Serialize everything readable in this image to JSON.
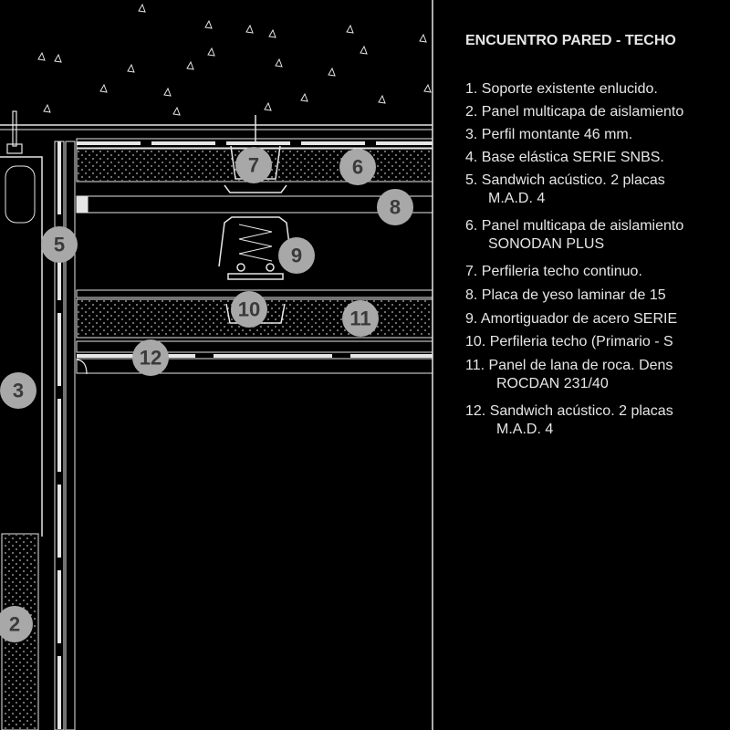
{
  "title": "ENCUENTRO PARED - TECHO",
  "legend": [
    {
      "n": "1",
      "text": "1. Soporte existente enlucido.",
      "line2": ""
    },
    {
      "n": "2",
      "text": "2. Panel multicapa de aislamiento",
      "line2": ""
    },
    {
      "n": "3",
      "text": "3. Perfil montante 46 mm.",
      "line2": ""
    },
    {
      "n": "4",
      "text": "4. Base elástica SERIE SNBS.",
      "line2": ""
    },
    {
      "n": "5",
      "text": "5. Sandwich acústico. 2 placas",
      "line2": "M.A.D. 4"
    },
    {
      "n": "6",
      "text": "6. Panel multicapa de aislamiento",
      "line2": "SONODAN PLUS"
    },
    {
      "n": "7",
      "text": "7. Perfileria techo continuo.",
      "line2": ""
    },
    {
      "n": "8",
      "text": "8. Placa de yeso laminar de 15",
      "line2": ""
    },
    {
      "n": "9",
      "text": "9. Amortiguador de acero SERIE",
      "line2": ""
    },
    {
      "n": "10",
      "text": "10. Perfileria techo (Primario - S",
      "line2": ""
    },
    {
      "n": "11",
      "text": "11. Panel de lana de roca. Dens",
      "line2": "ROCDAN 231/40"
    },
    {
      "n": "12",
      "text": "12. Sandwich acústico. 2 placas",
      "line2": "M.A.D. 4"
    }
  ],
  "bubbles": [
    "7",
    "6",
    "8",
    "5",
    "9",
    "10",
    "11",
    "12",
    "3",
    "2"
  ],
  "colors": {
    "background": "#000000",
    "line": "#e6e6e6",
    "bubble": "#a8a8a8",
    "bubble_text": "#3a3a3a"
  }
}
